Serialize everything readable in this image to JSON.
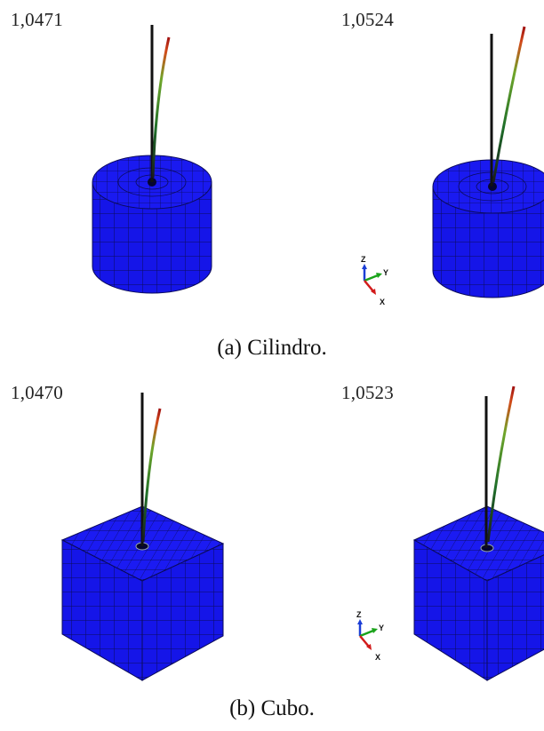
{
  "panel_a": {
    "left_value": "1,0471",
    "right_value": "1,0524",
    "caption": "(a) Cilindro."
  },
  "panel_b": {
    "left_value": "1,0470",
    "right_value": "1,0523",
    "caption": "(b) Cubo."
  },
  "triad": {
    "z": "Z",
    "y": "Y",
    "x": "X"
  },
  "colors": {
    "mesh_fill": "#1414e6",
    "mesh_line": "#0a0a55",
    "pile": "#111111"
  }
}
